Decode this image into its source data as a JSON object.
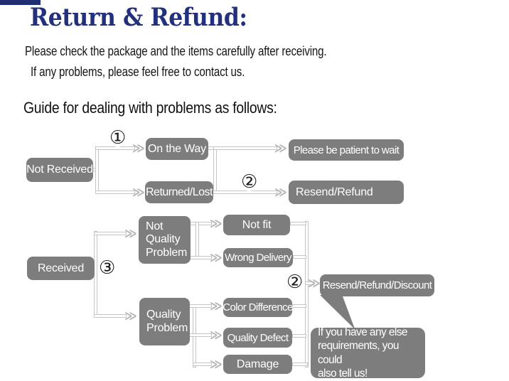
{
  "header": {
    "title": "Return & Refund:",
    "intro_line1": "Please check the package and the items carefully after receiving.",
    "intro_line2": "If any problems, please feel free to contact us.",
    "guide_heading": "Guide for dealing with problems as follows:"
  },
  "glyphs": {
    "arrow_right": "≫",
    "step1": "①",
    "step2": "②",
    "step3": "③"
  },
  "colors": {
    "title_navy": "#22307e",
    "box_gray": "#7d7d7d",
    "box_text": "#ffffff",
    "line_gray": "#c5c5c5",
    "body_text": "#1c1c1c"
  },
  "flowchart": {
    "not_received": "Not Received",
    "on_the_way": "On the Way",
    "returned_lost": "Returned/Lost",
    "please_be_patient": "Please be patient to wait",
    "resend_refund": "Resend/Refund",
    "received": "Received",
    "not_quality_problem": "Not\nQuality\nProblem",
    "not_fit": "Not fit",
    "wrong_delivery": "Wrong Delivery",
    "quality_problem": "Quality\nProblem",
    "color_difference": "Color Difference",
    "quality_defect": "Quality Defect",
    "damage": "Damage",
    "resend_refund_discount": "Resend/Refund/Discount",
    "bubble_note": "If you have any else\nrequirements, you could\nalso tell us!"
  }
}
